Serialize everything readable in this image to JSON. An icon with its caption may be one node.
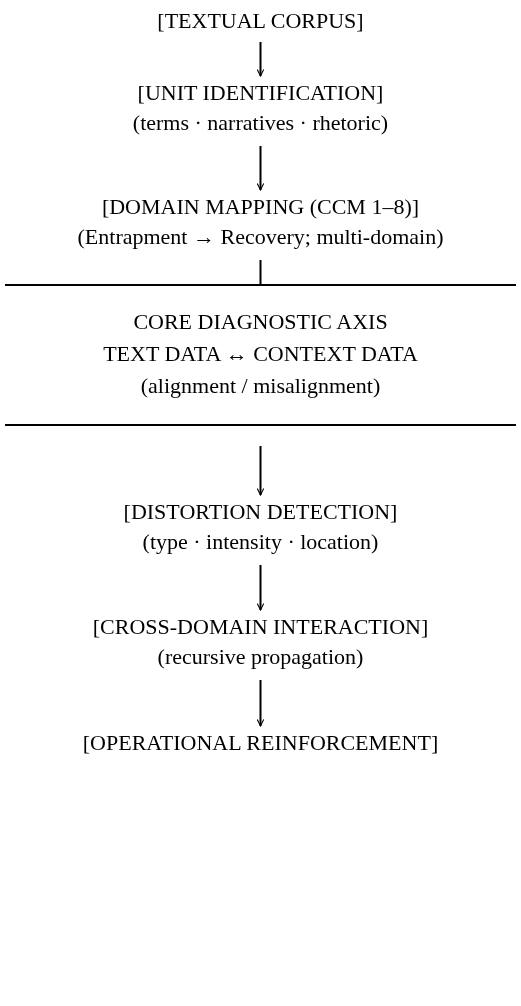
{
  "diagram": {
    "nodes": [
      {
        "text": [
          "[TEXTUAL CORPUS]"
        ]
      },
      {
        "text": [
          "[UNIT IDENTIFICATION]",
          "(terms · narratives · rhetoric)"
        ]
      },
      {
        "text": [
          "[DOMAIN MAPPING (CCM 1–8)]",
          "(Entrapment → Recovery; multi-domain)"
        ]
      },
      {
        "text": [
          "CORE DIAGNOSTIC AXIS",
          "TEXT DATA ↔ CONTEXT DATA",
          "(alignment / misalignment)"
        ]
      },
      {
        "text": [
          "[DISTORTION DETECTION]",
          "(type · intensity · location)"
        ]
      },
      {
        "text": [
          "[CROSS-DOMAIN INTERACTION]",
          "(recursive propagation)"
        ]
      },
      {
        "text": [
          "[OPERATIONAL REINFORCEMENT]"
        ]
      }
    ],
    "edges": [
      {
        "from": 0,
        "to": 1,
        "arrow": "to"
      },
      {
        "from": 1,
        "to": 2,
        "arrow": "to"
      },
      {
        "from": 2,
        "to": 3,
        "arrow": "none"
      },
      {
        "from": 3,
        "to": 4,
        "arrow": "to"
      },
      {
        "from": 4,
        "to": 5,
        "arrow": "to"
      },
      {
        "from": 5,
        "to": 6,
        "arrow": "to"
      }
    ]
  }
}
